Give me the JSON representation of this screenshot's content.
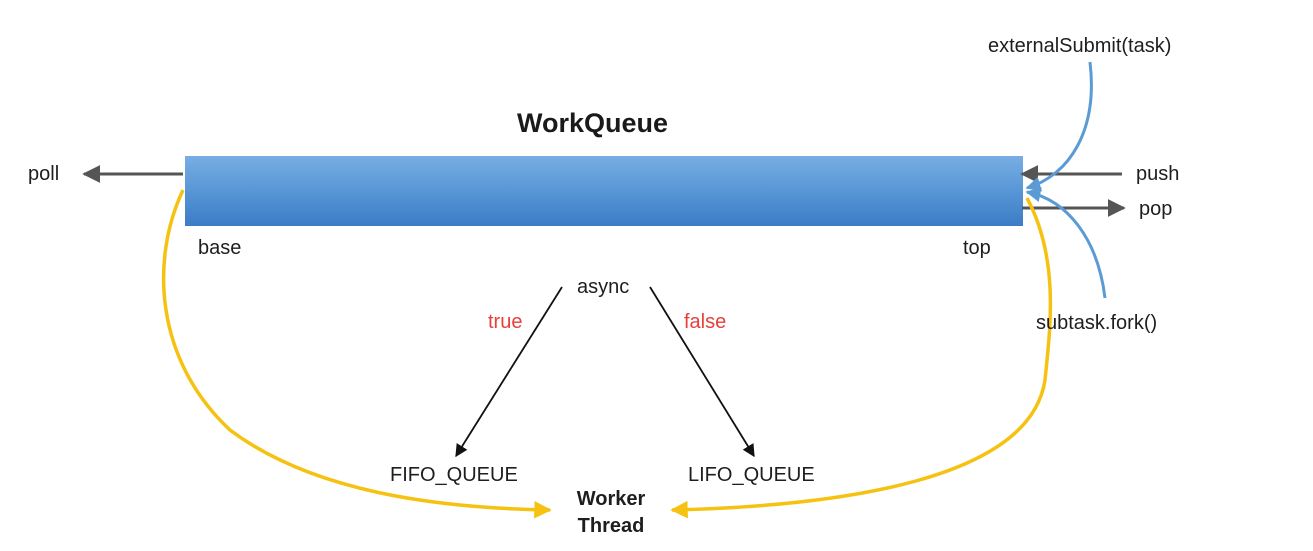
{
  "title": "WorkQueue",
  "labels": {
    "poll": "poll",
    "push": "push",
    "pop": "pop",
    "base": "base",
    "top": "top",
    "external_submit": "externalSubmit(task)",
    "subtask_fork": "subtask.fork()",
    "async": "async",
    "true": "true",
    "false": "false",
    "fifo_queue": "FIFO_QUEUE",
    "lifo_queue": "LIFO_QUEUE",
    "worker_line1": "Worker",
    "worker_line2": "Thread"
  },
  "colors": {
    "queue_top": "#6fa8e0",
    "queue_bottom": "#3a7bc8",
    "blue_arrow": "#5b9bd5",
    "yellow_arrow": "#f5c211",
    "gray_arrow": "#555555",
    "red_text": "#e8403a"
  }
}
